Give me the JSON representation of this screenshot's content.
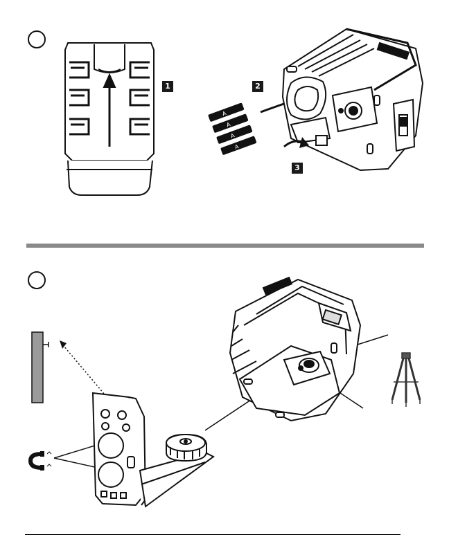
{
  "steps": {
    "step1": "1",
    "step2": "2",
    "step3": "3"
  },
  "battery_labels": [
    "A",
    "A",
    "A",
    "A"
  ],
  "icons": [
    "laser-front-view",
    "laser-battery-compartment",
    "aaa-batteries",
    "rotate-arrow",
    "wall-bracket",
    "mounting-knob",
    "laser-base-view",
    "tripod",
    "magnet-icon",
    "wall-rail"
  ]
}
